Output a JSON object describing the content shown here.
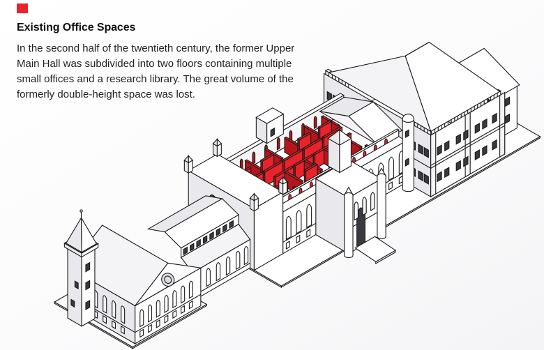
{
  "header": {
    "title": "Existing Office Spaces",
    "description": "In the second half of the twentieth century, the former Upper Main Hall was subdivided into two floors containing multiple small offices and a research library. The great volume of the formerly double-height space was lost."
  },
  "legend": {
    "swatch_color": "#e8232b"
  },
  "colors": {
    "red": "#e8232b",
    "redD": "#b5161c",
    "line": "#1a1a1a"
  },
  "diagram": {
    "highlight_meaning": "office partition walls highlighted in red"
  }
}
